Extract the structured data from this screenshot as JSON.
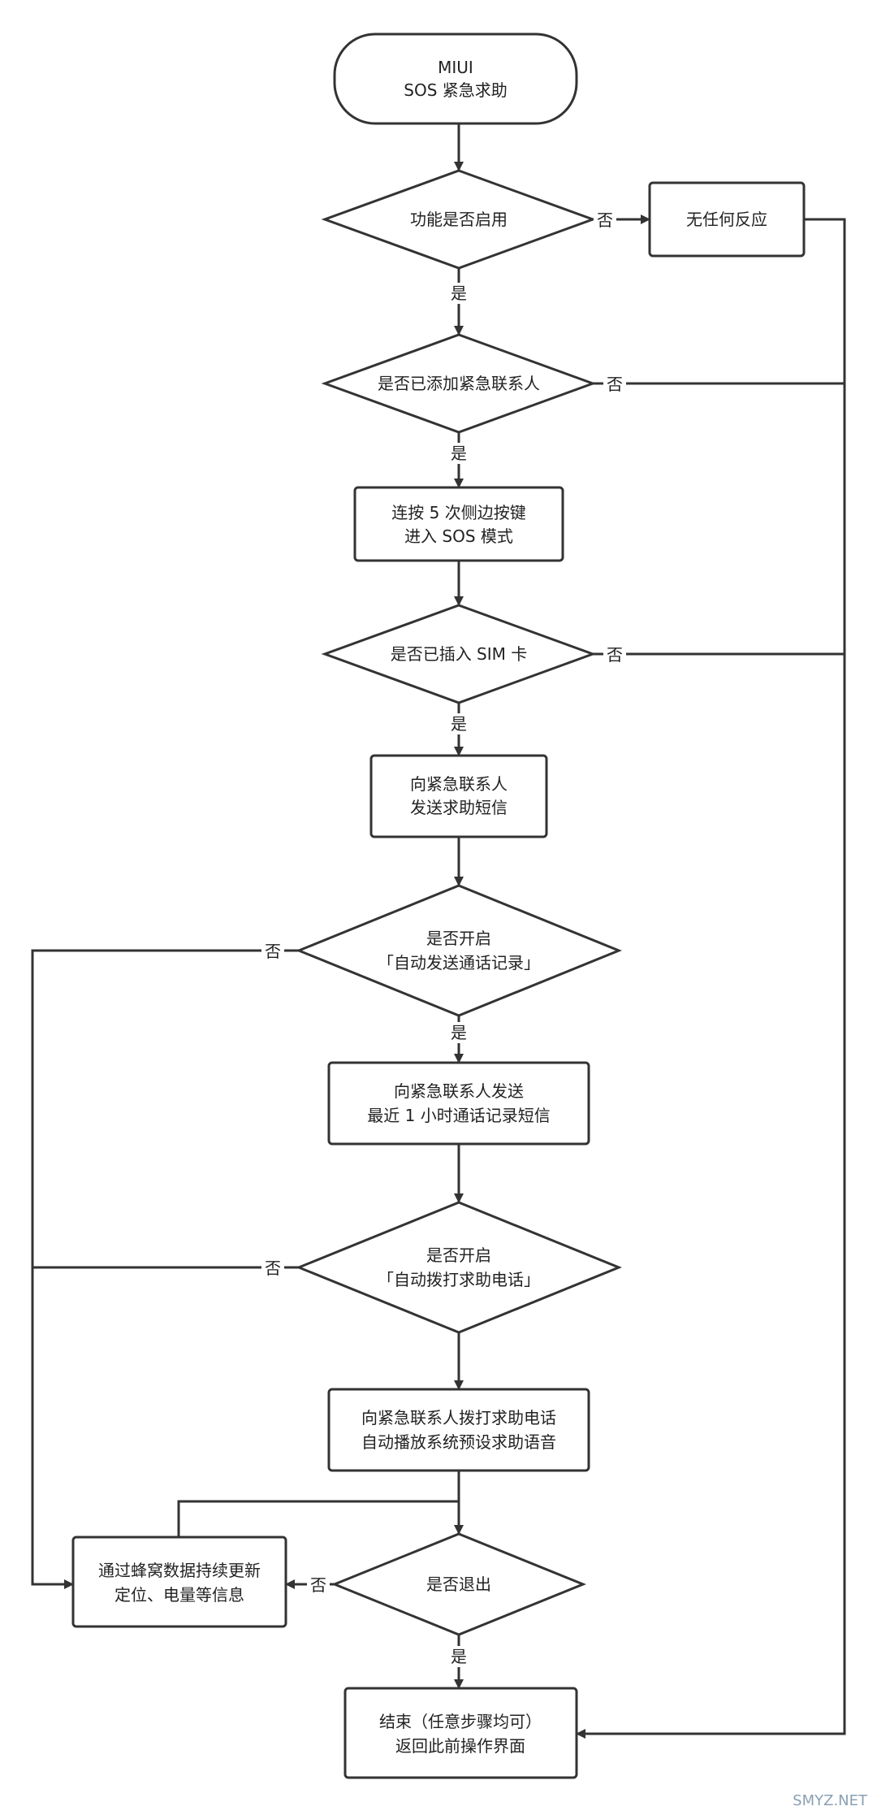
{
  "nodes": {
    "start": [
      "MIUI",
      "SOS 紧急求助"
    ],
    "q_enabled": [
      "功能是否启用"
    ],
    "no_response": [
      "无任何反应"
    ],
    "q_contact": [
      "是否已添加紧急联系人"
    ],
    "press5": [
      "连按 5 次侧边按键",
      "进入 SOS 模式"
    ],
    "q_sim": [
      "是否已插入 SIM 卡"
    ],
    "send_sms": [
      "向紧急联系人",
      "发送求助短信"
    ],
    "q_calllog": [
      "是否开启",
      "「自动发送通话记录」"
    ],
    "send_calllog": [
      "向紧急联系人发送",
      "最近 1 小时通话记录短信"
    ],
    "q_autocall": [
      "是否开启",
      "「自动拨打求助电话」"
    ],
    "call": [
      "向紧急联系人拨打求助电话",
      "自动播放系统预设求助语音"
    ],
    "q_exit": [
      "是否退出"
    ],
    "update_loc": [
      "通过蜂窝数据持续更新",
      "定位、电量等信息"
    ],
    "end": [
      "结束（任意步骤均可）",
      "返回此前操作界面"
    ]
  },
  "labels": {
    "yes": "是",
    "no": "否"
  },
  "watermark": "SMYZ.NET"
}
